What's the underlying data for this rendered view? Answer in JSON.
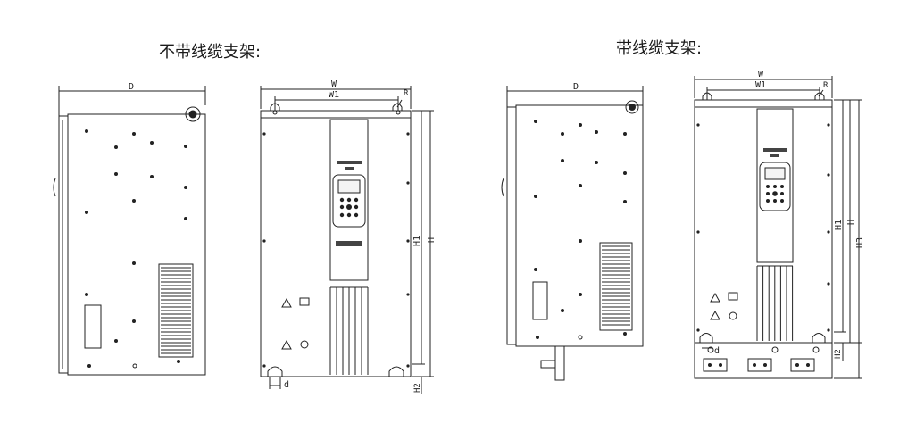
{
  "titles": {
    "without_bracket": "不带线缆支架:",
    "with_bracket": "带线缆支架:"
  },
  "dimensions": {
    "depth": "D",
    "width": "W",
    "width1": "W1",
    "radius": "R",
    "height": "H",
    "height1": "H1",
    "height2": "H2",
    "height3": "H3",
    "hole": "d"
  },
  "colors": {
    "line": "#222222",
    "panel": "#ffffff",
    "display": "#f4f4f4"
  }
}
